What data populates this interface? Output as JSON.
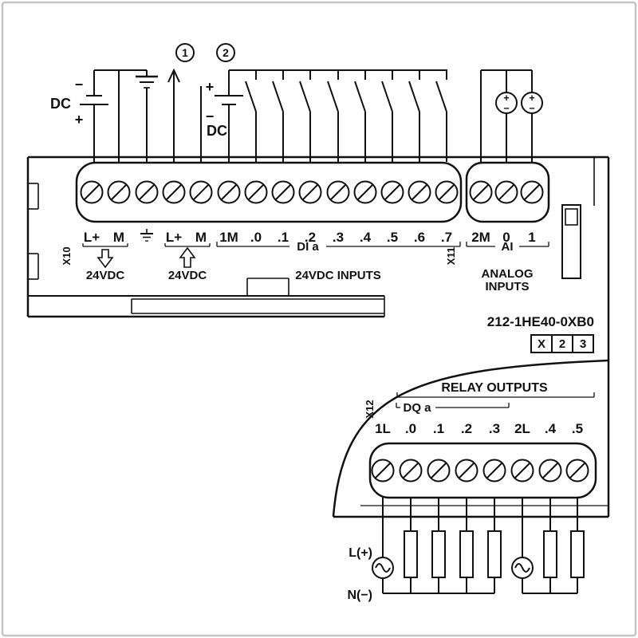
{
  "callouts": {
    "one": "1",
    "two": "2"
  },
  "power_supply": {
    "label": "DC",
    "minus": "−",
    "plus": "+"
  },
  "input_supply": {
    "label": "DC",
    "plus": "+",
    "minus": "−"
  },
  "analog_source": {
    "plus": "+",
    "minus": "−"
  },
  "upper_terminal_labels": [
    "L+",
    "M",
    "L+",
    "M",
    "1M",
    ".0",
    ".1",
    ".2",
    ".3",
    ".4",
    ".5",
    ".6",
    ".7"
  ],
  "analog_terminal_labels": [
    "2M",
    "0",
    "1"
  ],
  "relay_terminal_labels": [
    "1L",
    ".0",
    ".1",
    ".2",
    ".3",
    "2L",
    ".4",
    ".5"
  ],
  "ports": {
    "x10": "X10",
    "x11": "X11",
    "x12": "X12"
  },
  "annotations": {
    "supply_24vdc": "24VDC",
    "sensor_24vdc": "24VDC",
    "di_group": "DI a",
    "inputs_label": "24VDC INPUTS",
    "ai_group": "AI",
    "analog_line1": "ANALOG",
    "analog_line2": "INPUTS",
    "article_number": "212-1HE40-0XB0",
    "relay_title": "RELAY OUTPUTS",
    "dq_group": "DQ a",
    "line_label": "L(+)",
    "neutral_label": "N(−)"
  },
  "option_boxes": [
    "X",
    "2",
    "3"
  ]
}
